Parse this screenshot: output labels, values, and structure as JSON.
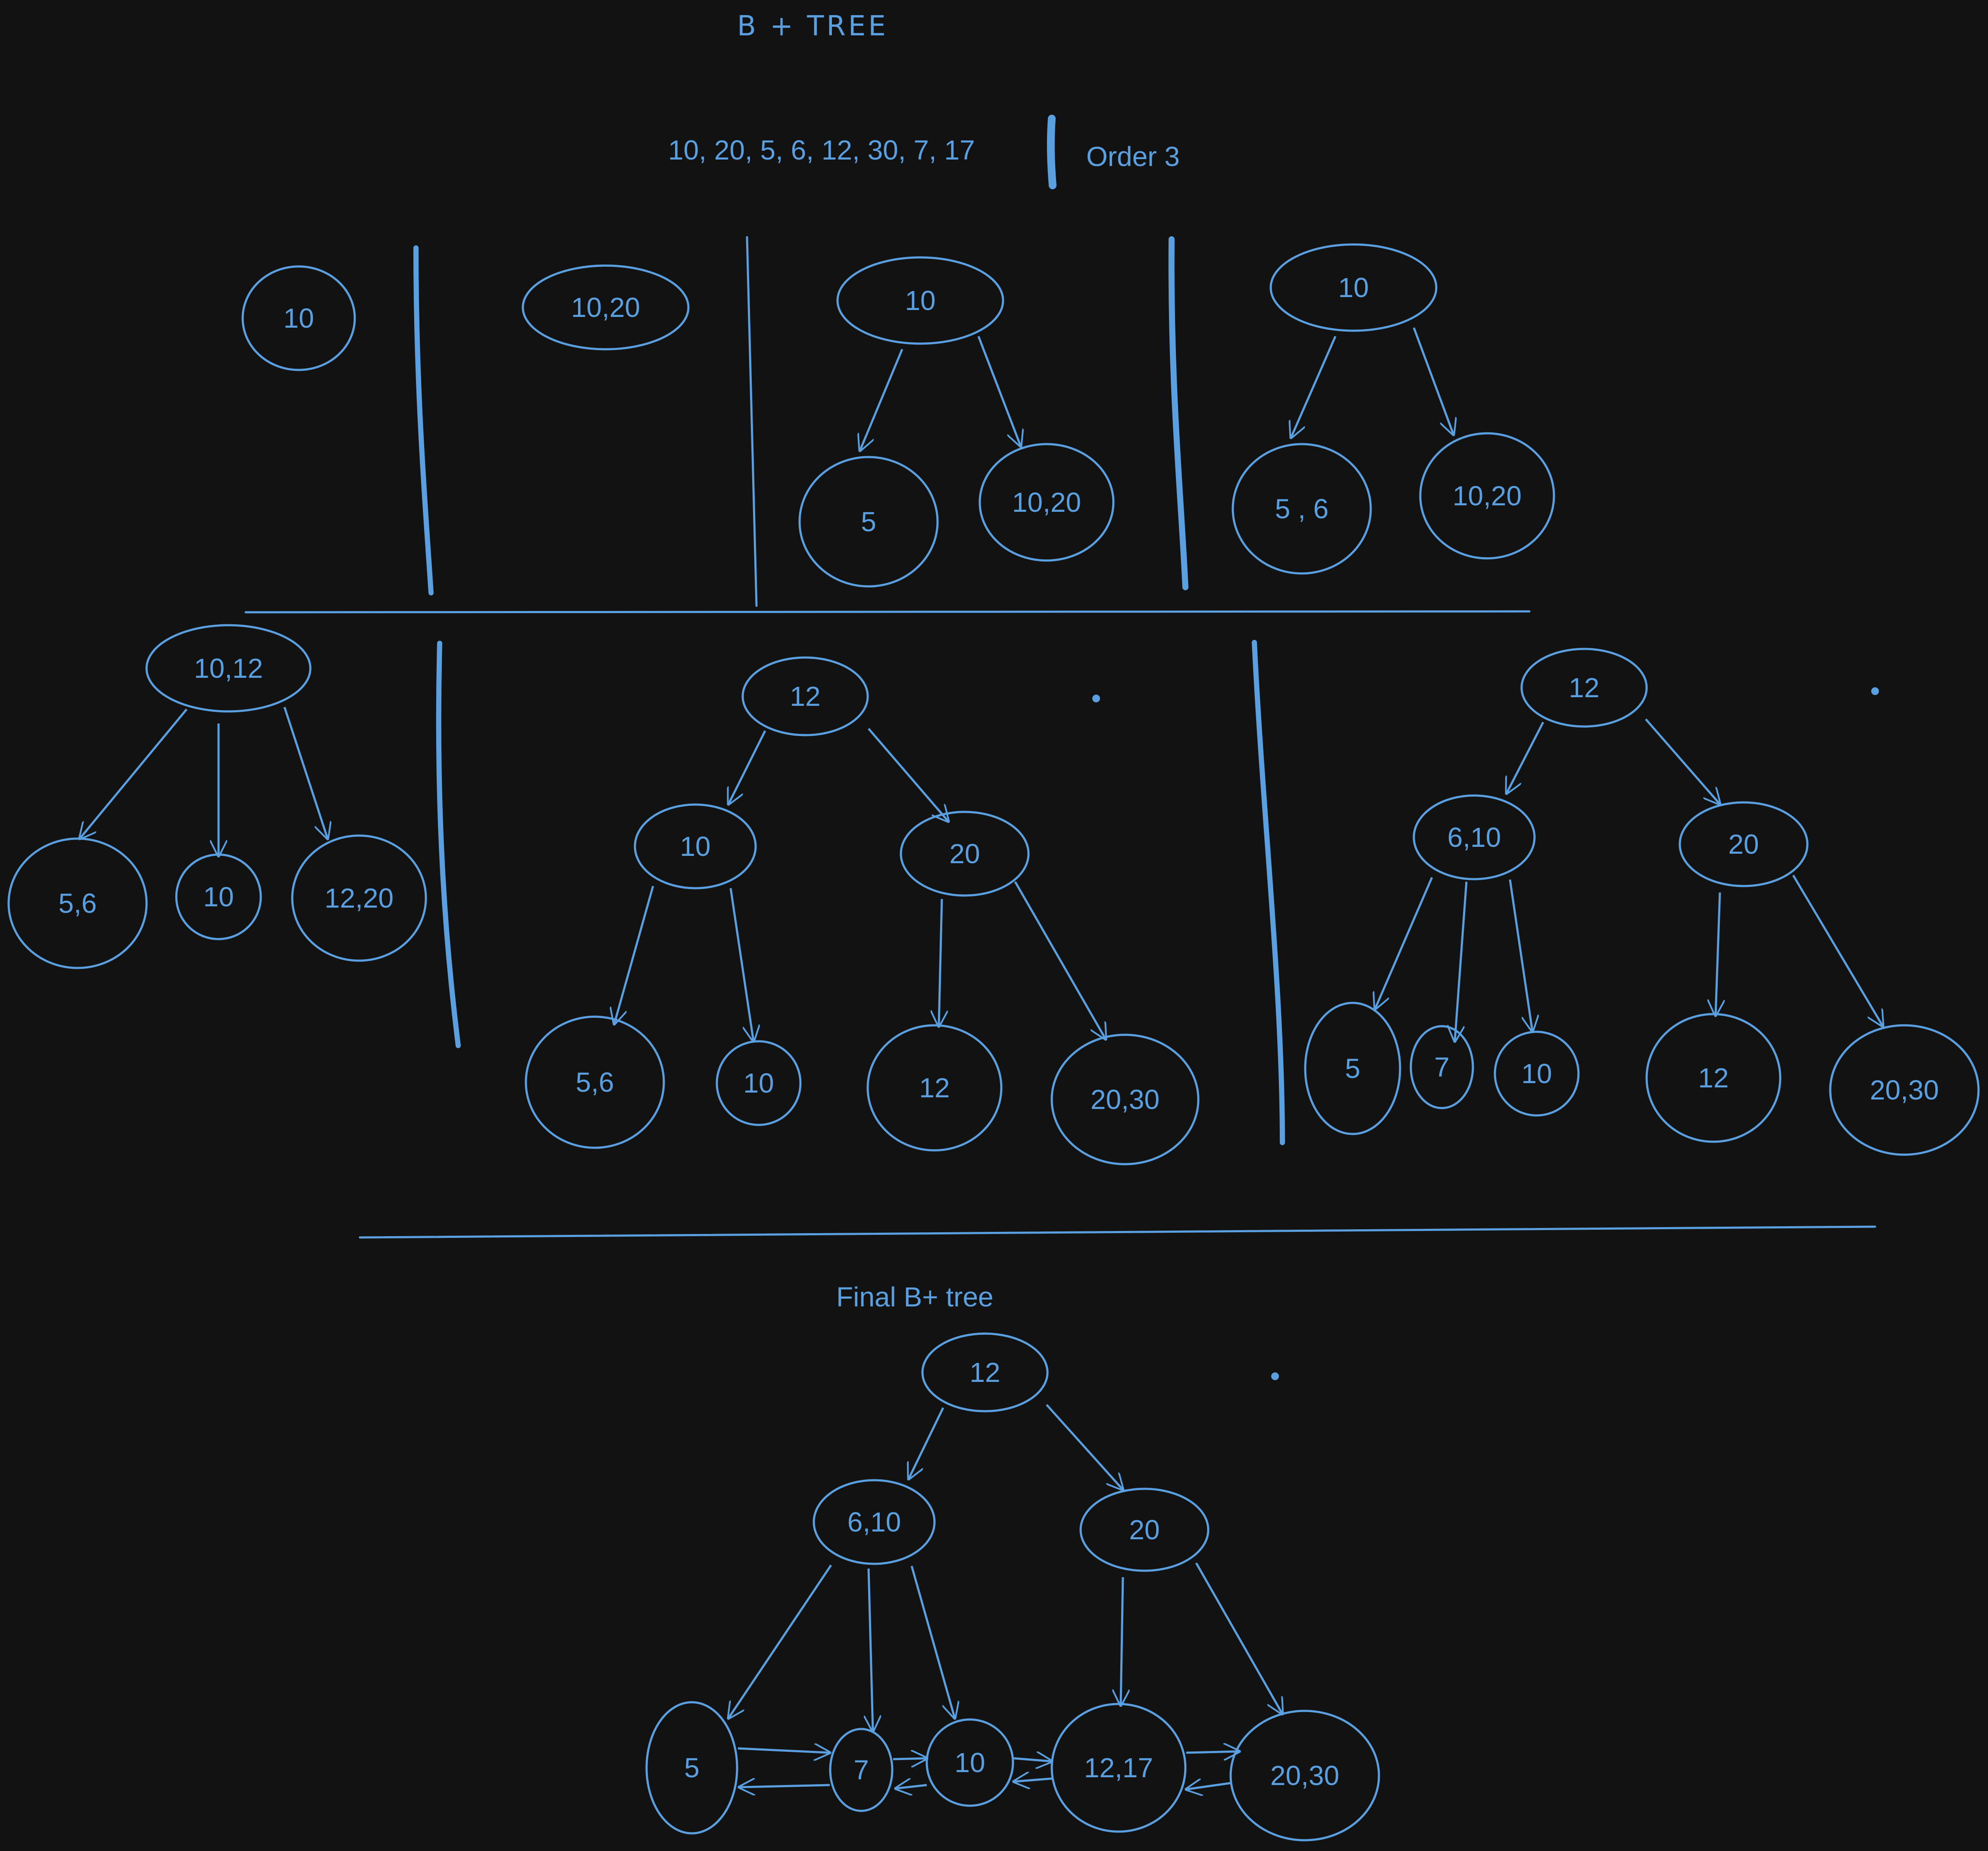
{
  "title": "B + TREE",
  "sequence": "10, 20, 5, 6, 12, 30, 7, 17",
  "order": "Order 3",
  "final_caption": "Final B+ tree",
  "colors": {
    "background": "#121212",
    "stroke": "#5a9fe0"
  },
  "stages": [
    {
      "id": "s1",
      "nodes": [
        "10"
      ]
    },
    {
      "id": "s2",
      "nodes": [
        "10,20"
      ]
    },
    {
      "id": "s3",
      "nodes": [
        "10",
        "5",
        "10,20"
      ]
    },
    {
      "id": "s4",
      "nodes": [
        "10",
        "5 , 6",
        "10,20"
      ]
    },
    {
      "id": "s5",
      "nodes": [
        "10,12",
        "5,6",
        "10",
        "12,20"
      ]
    },
    {
      "id": "s6",
      "nodes": [
        "12",
        "10",
        "20",
        "5,6",
        "10",
        "12",
        "20,30"
      ]
    },
    {
      "id": "s7",
      "nodes": [
        "12",
        "6,10",
        "20",
        "5",
        "7",
        "10",
        "12",
        "20,30"
      ]
    },
    {
      "id": "final",
      "nodes": [
        "12",
        "6,10",
        "20",
        "5",
        "7",
        "10",
        "12,17",
        "20,30"
      ]
    }
  ]
}
